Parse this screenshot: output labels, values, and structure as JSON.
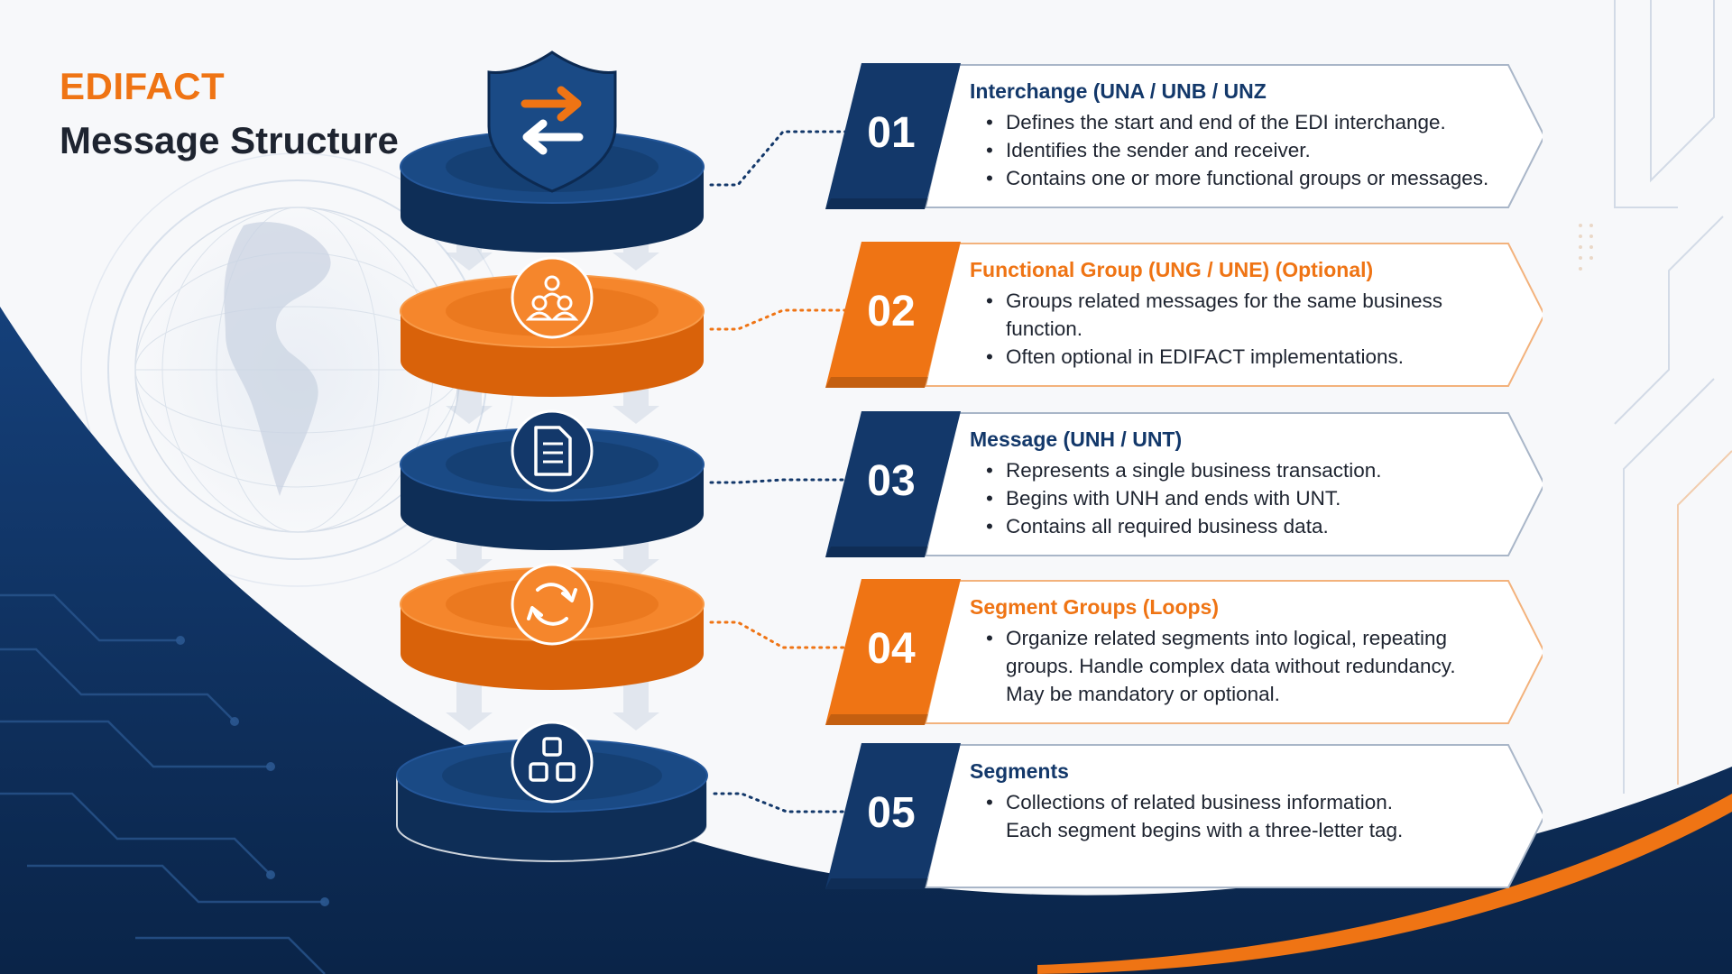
{
  "title": {
    "line1": "EDIFACT",
    "line2": "Message Structure"
  },
  "colors": {
    "navy": "#13386a",
    "navy_dark": "#0c2a52",
    "orange": "#ef7414",
    "text": "#1e2430",
    "background": "#f7f8fa"
  },
  "layers": [
    {
      "icon": "shield-exchange-icon",
      "color": "navy"
    },
    {
      "icon": "users-group-icon",
      "color": "orange"
    },
    {
      "icon": "document-icon",
      "color": "navy"
    },
    {
      "icon": "refresh-loop-icon",
      "color": "orange"
    },
    {
      "icon": "blocks-icon",
      "color": "navy"
    }
  ],
  "steps": [
    {
      "number": "01",
      "color": "navy",
      "heading": "Interchange (UNA / UNB / UNZ",
      "items": [
        {
          "text": "Defines the start and end of the EDI interchange."
        },
        {
          "text": "Identifies the sender and receiver."
        },
        {
          "text": "Contains one or more functional groups or messages."
        }
      ]
    },
    {
      "number": "02",
      "color": "orange",
      "heading": "Functional Group (UNG / UNE) (Optional)",
      "items": [
        {
          "text": "Groups related messages for the same business",
          "cont": "function."
        },
        {
          "text": "Often optional in EDIFACT implementations."
        }
      ]
    },
    {
      "number": "03",
      "color": "navy",
      "heading": "Message (UNH / UNT)",
      "items": [
        {
          "text": "Represents a single business transaction."
        },
        {
          "text": "Begins with UNH and ends with UNT."
        },
        {
          "text": "Contains all required business data."
        }
      ]
    },
    {
      "number": "04",
      "color": "orange",
      "heading": "Segment Groups (Loops)",
      "items": [
        {
          "text": "Organize related segments into logical, repeating",
          "cont": "groups. Handle complex data without redundancy.",
          "cont2": "May be mandatory or optional."
        }
      ]
    },
    {
      "number": "05",
      "color": "navy",
      "heading": "Segments",
      "items": [
        {
          "text": "Collections of related business information.",
          "cont": "Each segment begins with a three-letter tag."
        }
      ]
    }
  ]
}
